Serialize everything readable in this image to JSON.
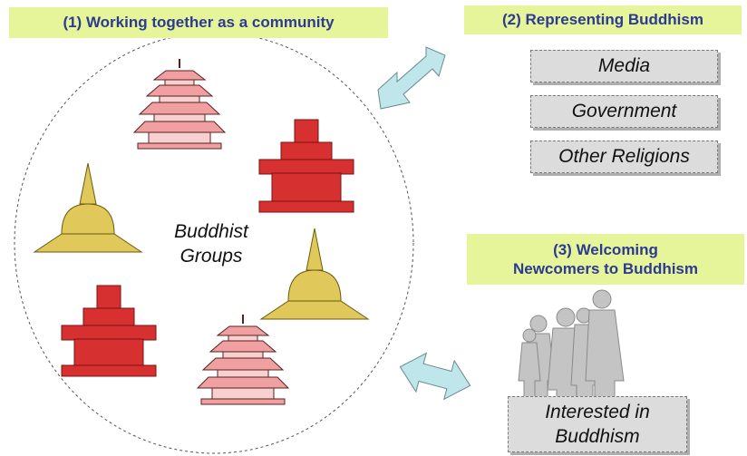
{
  "banners": {
    "community": "(1) Working together as a community",
    "representing": "(2) Representing Buddhism",
    "welcoming_line1": "(3) Welcoming",
    "welcoming_line2": "Newcomers to Buddhism"
  },
  "circle_label": {
    "line1": "Buddhist",
    "line2": "Groups"
  },
  "representation_targets": [
    "Media",
    "Government",
    "Other Religions"
  ],
  "newcomers_box": {
    "line1": "Interested in",
    "line2": "Buddhism"
  },
  "icons": [
    "pagoda-icon",
    "stupa-icon",
    "stepped-stupa-icon",
    "people-silhouette-icon",
    "double-arrow-icon"
  ],
  "colors": {
    "banner_bg": "#e6f59a",
    "banner_text": "#2b3a93",
    "stepped_stupa": "#d63030",
    "stupa": "#e0c85a",
    "pagoda": "#f0a0a0",
    "arrow": "#bfe6ea",
    "box_bg": "#dcdcdc"
  }
}
